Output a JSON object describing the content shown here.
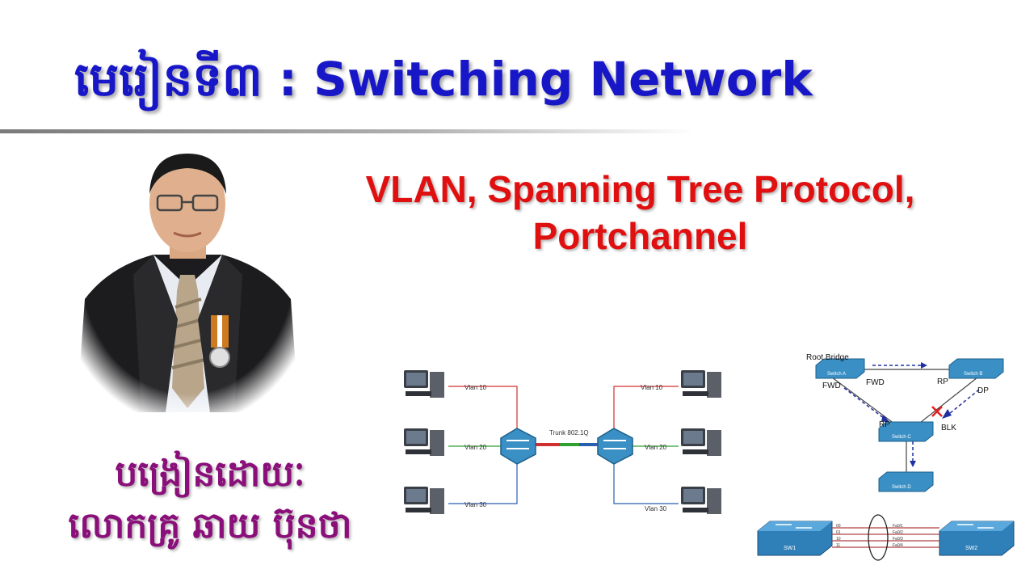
{
  "header": {
    "title": "មេរៀនទី៣ : Switching Network"
  },
  "subtitle": {
    "line1": "VLAN, Spanning Tree Protocol,",
    "line2": "Portchannel"
  },
  "instructor": {
    "line1": "បង្រៀនដោយៈ",
    "line2": "លោកគ្រូ ឆាយ ប៊ុនថា"
  },
  "vlan_diagram": {
    "left_vlans": [
      "Vlan 10",
      "Vlan 20",
      "Vlan 30"
    ],
    "right_vlans": [
      "Vlan 10",
      "Vlan 20",
      "Vlan 30"
    ],
    "trunk_label": "Trunk 802.1Q",
    "vlan_colors": [
      "#d03030",
      "#30a030",
      "#2a5fb0"
    ]
  },
  "stp_diagram": {
    "root_bridge_label": "Root Bridge",
    "switch_a": "Switch A",
    "switch_b": "Switch B",
    "switch_c": "Switch C",
    "switch_d": "Switch D",
    "fwd_top": "FWD",
    "fwd_left": "FWD",
    "rp_b": "RP",
    "dp": "DP",
    "rp_c": "RP",
    "blk": "BLK"
  },
  "portchannel_diagram": {
    "sw1": "SW1",
    "sw2": "SW2",
    "link_left_labels": [
      "00",
      "01",
      "10",
      "11"
    ],
    "link_right_labels": [
      "Fa0/1",
      "Fa0/2",
      "Fa0/3",
      "Fa0/4"
    ]
  }
}
